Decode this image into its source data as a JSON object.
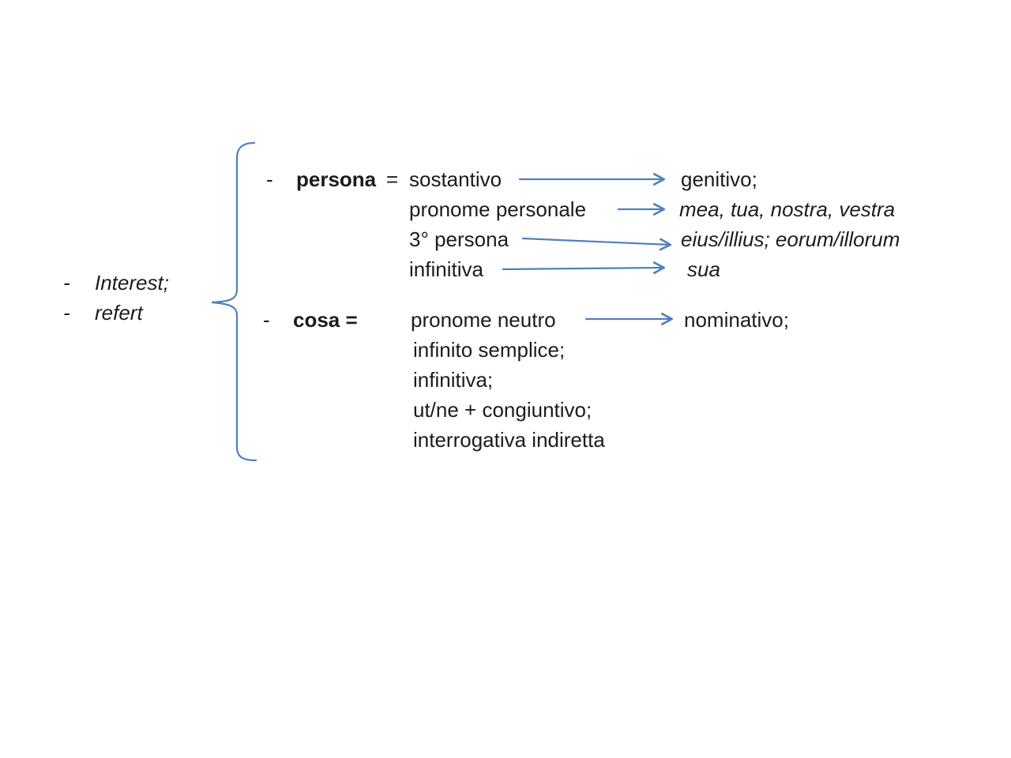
{
  "slide": {
    "background": "#ffffff",
    "text_color": "#1c1c1c",
    "accent_color": "#4f81bd"
  },
  "left_list": {
    "items": [
      {
        "bullet": "-",
        "label": "Interest;"
      },
      {
        "bullet": "-",
        "label": "refert"
      }
    ]
  },
  "persona_block": {
    "bullet": "-",
    "head": "persona",
    "equals": "=",
    "rows": [
      {
        "left": "sostantivo",
        "right": "genitivo;"
      },
      {
        "left": "pronome personale",
        "right": "mea, tua, nostra, vestra"
      },
      {
        "left": "3° persona",
        "right": "eius/illius; eorum/illorum"
      },
      {
        "left": "infinitiva",
        "right": "sua"
      }
    ]
  },
  "cosa_block": {
    "bullet": "-",
    "head": "cosa =",
    "rows": [
      {
        "left": "pronome neutro",
        "right": "nominativo;"
      },
      {
        "left": "infinito semplice;"
      },
      {
        "left": "infinitiva;"
      },
      {
        "left": "ut/ne + congiuntivo;"
      },
      {
        "left": "interrogativa indiretta"
      }
    ]
  }
}
